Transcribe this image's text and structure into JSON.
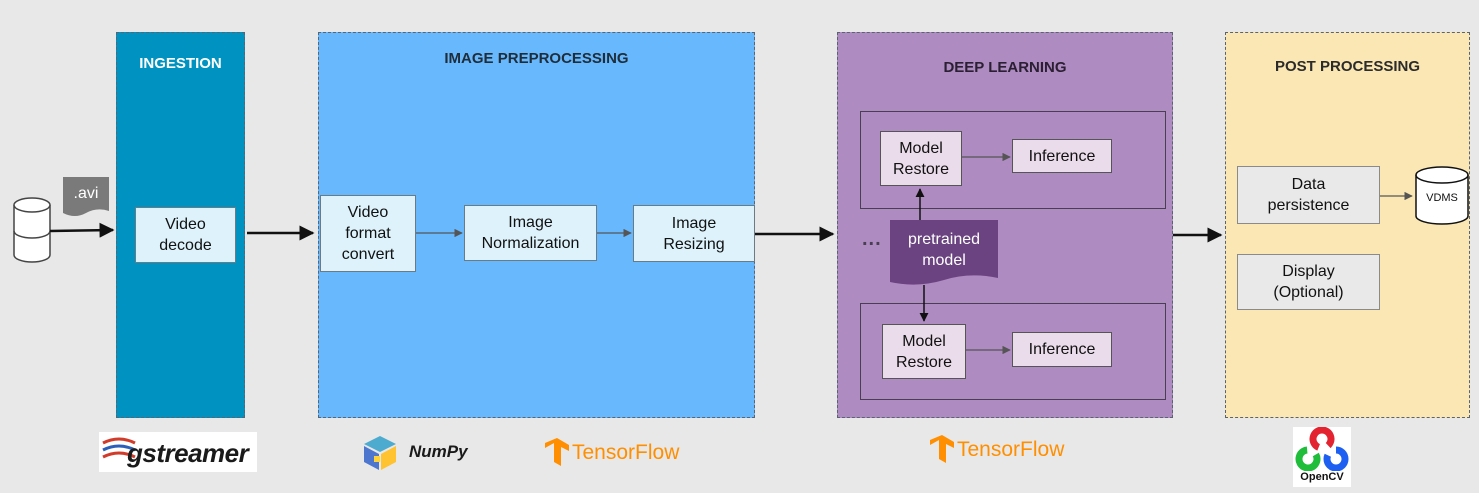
{
  "colors": {
    "background": "#e8e8e8",
    "ingestion": "#0093c1",
    "preprocessing": "#68b8fd",
    "deep_learning": "#ae8bc0",
    "post_processing": "#fbe7b4",
    "pretrained": "#6a4380"
  },
  "source": {
    "file_label": ".avi",
    "icons": [
      "database-icon",
      "file-icon"
    ]
  },
  "ingestion": {
    "title": "INGESTION",
    "box": "Video\ndecode",
    "logo": "gstreamer"
  },
  "preprocessing": {
    "title": "IMAGE PREPROCESSING",
    "boxes": [
      "Video\nformat\nconvert",
      "Image\nNormalization",
      "Image\nResizing"
    ],
    "logos": [
      "NumPy",
      "TensorFlow"
    ]
  },
  "deep_learning": {
    "title": "DEEP LEARNING",
    "top_restore": "Model\nRestore",
    "top_inference": "Inference",
    "ellipsis": "...",
    "pretrained": "pretrained\nmodel",
    "bottom_restore": "Model\nRestore",
    "bottom_inference": "Inference",
    "logo": "TensorFlow"
  },
  "post_processing": {
    "title": "POST PROCESSING",
    "data_persistence": "Data\npersistence",
    "display": "Display\n(Optional)",
    "vdms": "VDMS",
    "logo": "OpenCV"
  }
}
